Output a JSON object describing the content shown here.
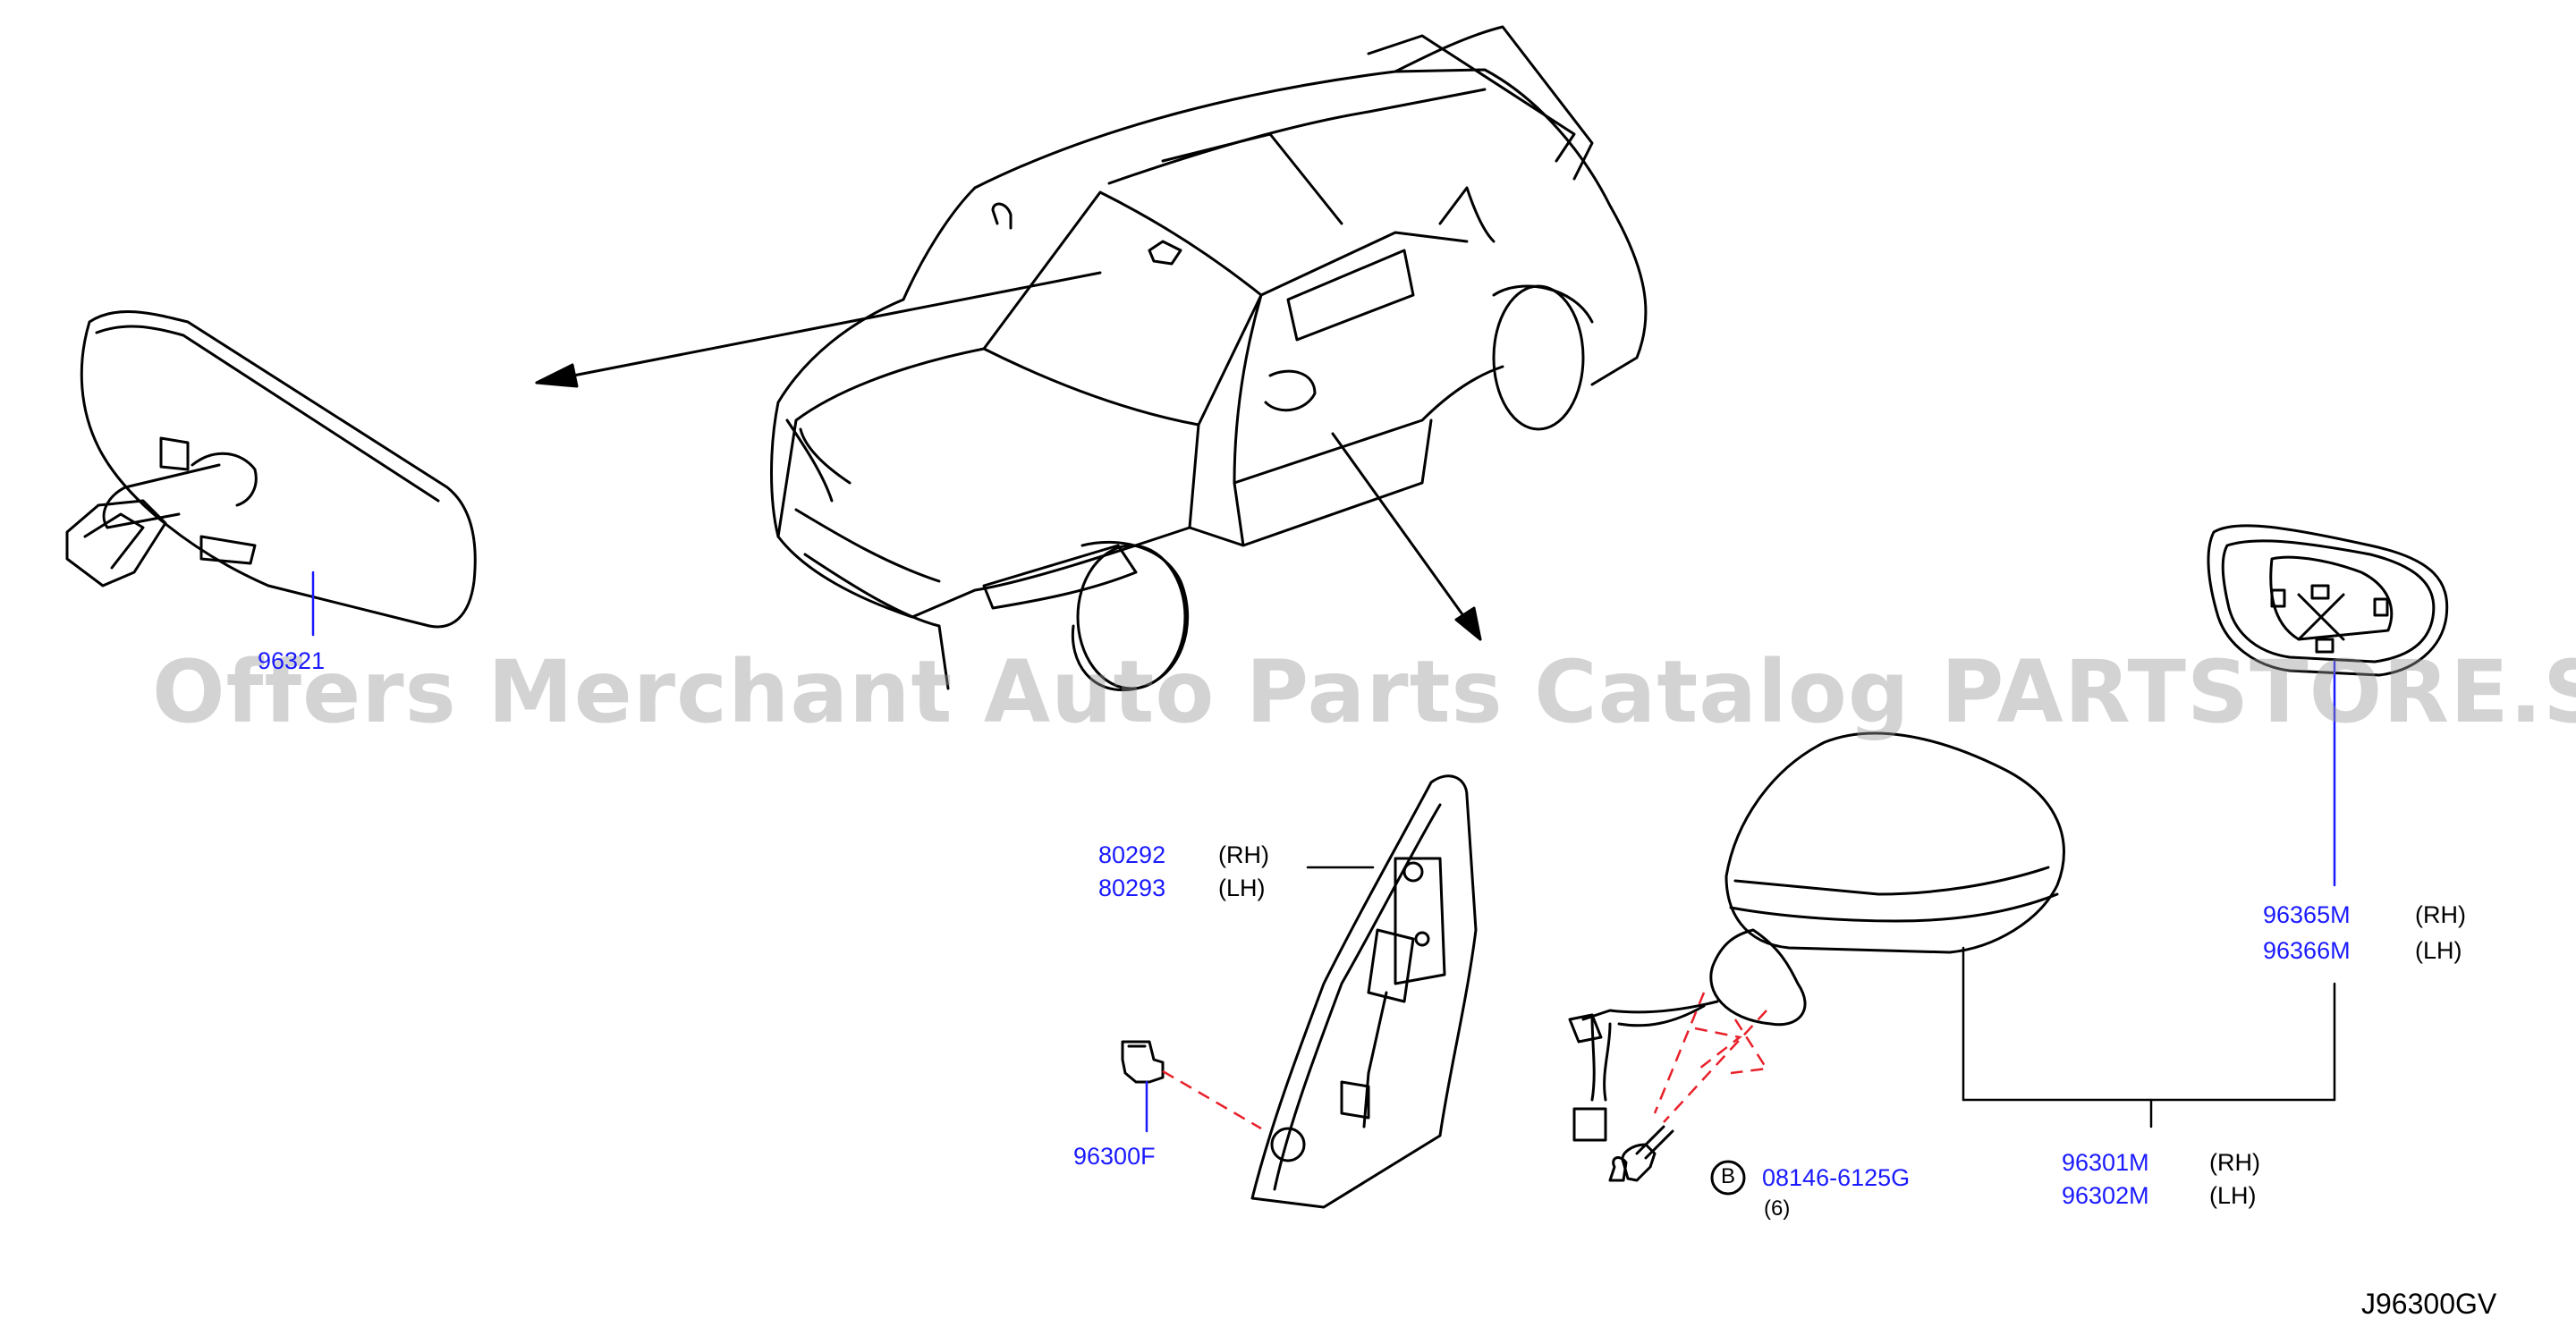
{
  "watermark": "Offers Merchant Auto Parts Catalog PARTSTORE.SA",
  "diagram_code": "J96300GV",
  "parts": {
    "inner_mirror": "96321",
    "corner_finisher_rh": "80292",
    "corner_finisher_lh": "80293",
    "clip": "96300F",
    "door_mirror_rh": "96301M",
    "door_mirror_lh": "96302M",
    "glass_rh": "96365M",
    "glass_lh": "96366M",
    "bolt": "08146-6125G"
  },
  "labels": {
    "rh": "(RH)",
    "lh": "(LH)",
    "bolt_qty": "(6)",
    "callout_b": "B"
  }
}
